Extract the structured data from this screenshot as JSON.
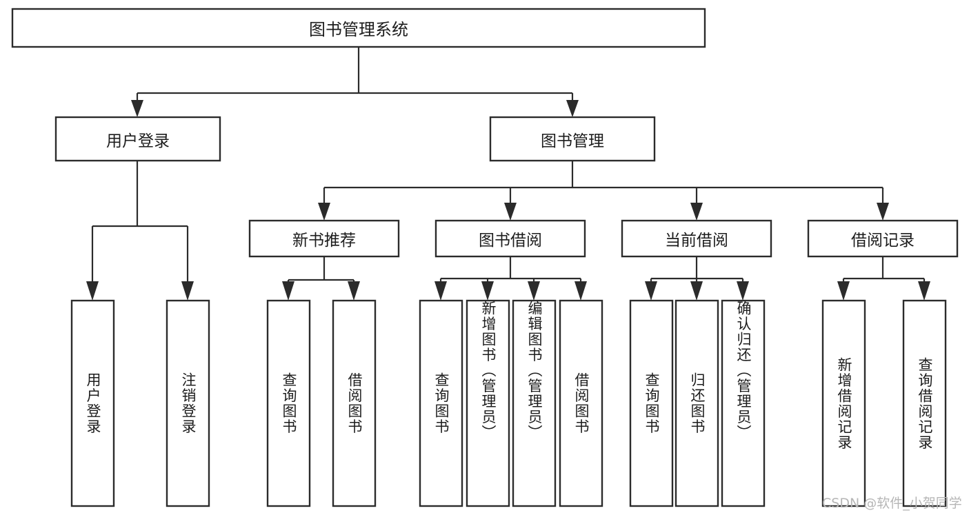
{
  "diagram": {
    "type": "tree-hierarchy-chart",
    "title_node": {
      "label": "图书管理系统"
    },
    "level1": [
      {
        "label": "用户登录"
      },
      {
        "label": "图书管理"
      }
    ],
    "level2": [
      {
        "label": "新书推荐"
      },
      {
        "label": "图书借阅"
      },
      {
        "label": "当前借阅"
      },
      {
        "label": "借阅记录"
      }
    ],
    "leaves": {
      "user_login": [
        {
          "label": "用户登录"
        },
        {
          "label": "注销登录"
        }
      ],
      "new_book_recommend": [
        {
          "label": "查询图书"
        },
        {
          "label": "借阅图书"
        }
      ],
      "book_borrow": [
        {
          "label": "查询图书"
        },
        {
          "label": "新增图书（管理员）"
        },
        {
          "label": "编辑图书（管理员）"
        },
        {
          "label": "借阅图书"
        }
      ],
      "current_borrow": [
        {
          "label": "查询图书"
        },
        {
          "label": "归还图书"
        },
        {
          "label": "确认归还（管理员）"
        }
      ],
      "borrow_record": [
        {
          "label": "新增借阅记录"
        },
        {
          "label": "查询借阅记录"
        }
      ]
    }
  },
  "watermark": {
    "text": "CSDN @软件_小贺同学"
  },
  "colors": {
    "stroke": "#2b2b2b",
    "fill": "#ffffff",
    "text": "#1c1c1c",
    "watermark": "#b6b6b6"
  }
}
